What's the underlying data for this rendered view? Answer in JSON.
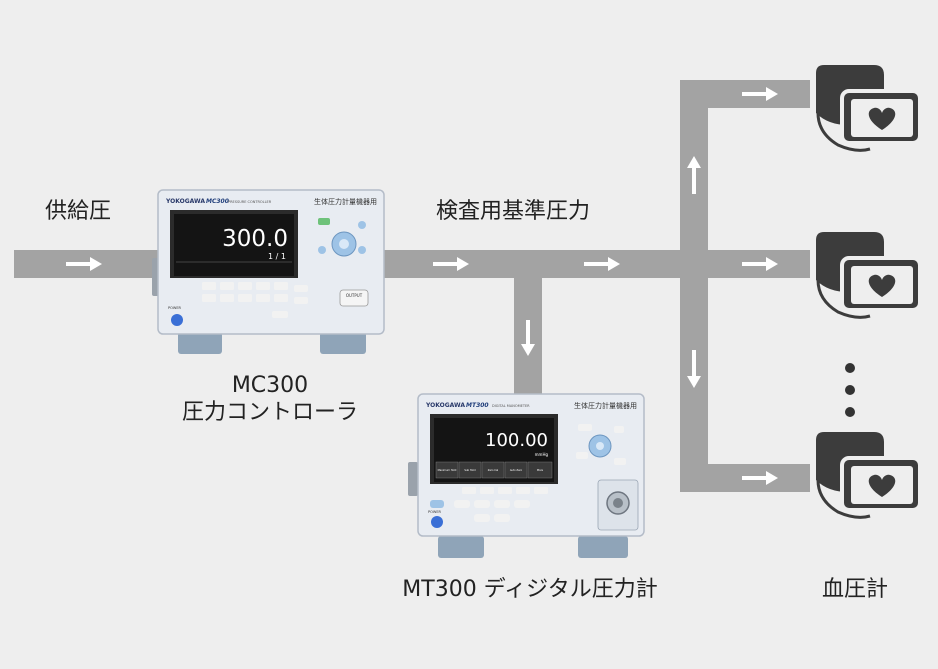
{
  "labels": {
    "supply_pressure": "供給圧",
    "reference_pressure": "検査用基準圧力",
    "mc300_model": "MC300",
    "mc300_name": "圧力コントローラ",
    "mt300_caption": "MT300 ディジタル圧力計",
    "bp_monitor": "血圧計"
  },
  "mc300_device": {
    "brand": "YOKOGAWA",
    "model": "MC300",
    "subtitle": "PRESSURE CONTROLLER",
    "jp_label": "生体圧力計量機器用",
    "display_value": "300.0",
    "page_indicator": "1 / 1",
    "output_button": "OUTPUT",
    "power_label": "POWER"
  },
  "mt300_device": {
    "brand": "YOKOGAWA",
    "model": "MT300",
    "subtitle": "DIGITAL MANOMETER",
    "jp_label": "生体圧力計量機器用",
    "display_value": "100.00",
    "unit": "mmHg",
    "power_label": "POWER",
    "softkeys": [
      "Maximum Hold",
      "Sub Hold",
      "Zero Cal",
      "Auto Zero",
      "More"
    ]
  },
  "colors": {
    "background": "#eeeeee",
    "pipe": "#a3a3a3",
    "arrow": "#ffffff",
    "cuff": "#3c3c3c",
    "device_body": "#e8ecf2",
    "lcd": "#141414"
  },
  "icons": [
    "flow-arrow-icon",
    "blood-pressure-cuff-icon",
    "heart-icon",
    "ellipsis-dots-icon"
  ]
}
